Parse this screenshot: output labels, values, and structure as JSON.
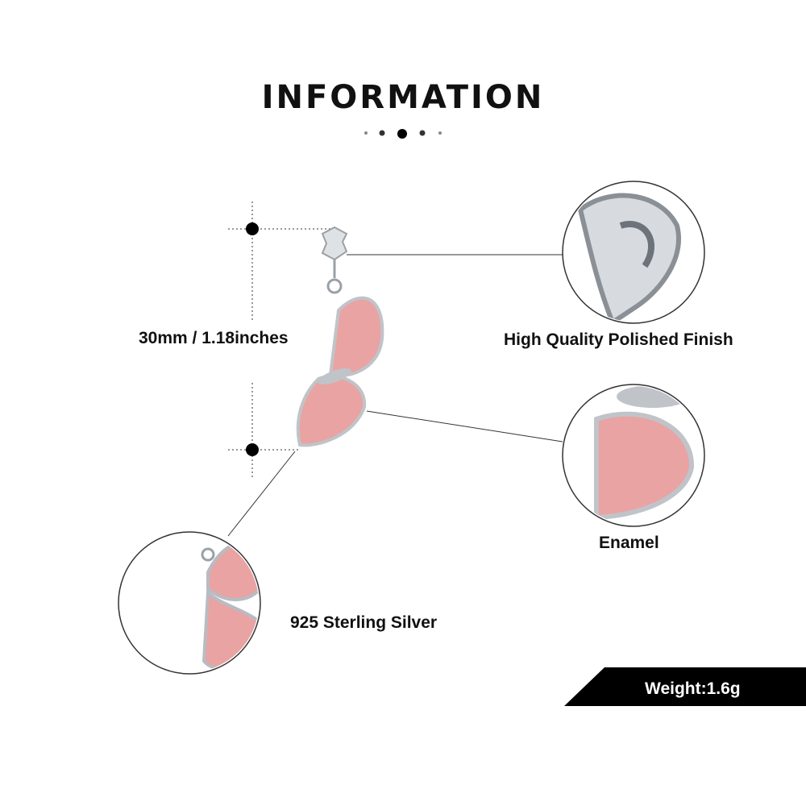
{
  "title": "INFORMATION",
  "dimension_label": "30mm / 1.18inches",
  "features": [
    {
      "label": "High Quality Polished Finish"
    },
    {
      "label": "Enamel"
    },
    {
      "label": "925 Sterling Silver"
    }
  ],
  "weight_label": "Weight:1.6g",
  "colors": {
    "enamel": "#e9a3a3",
    "silver": "#c9cdd2",
    "badge": "#000000"
  }
}
